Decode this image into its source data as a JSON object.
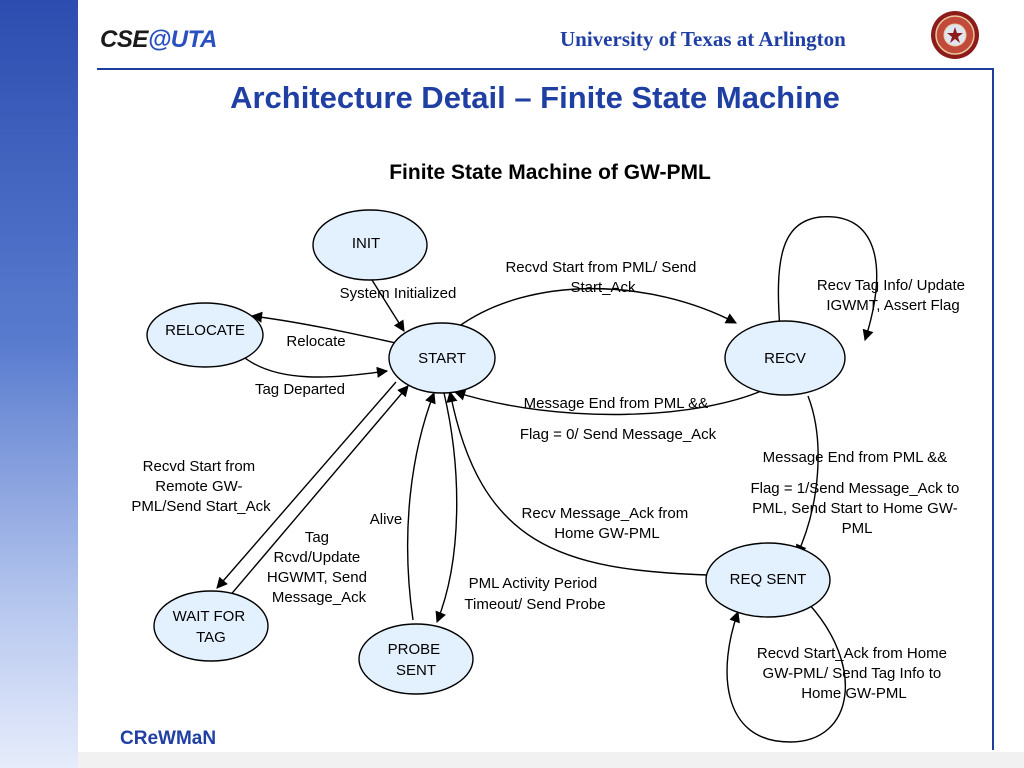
{
  "header": {
    "logo_text": "CSE@UTA",
    "university": "University of Texas at Arlington",
    "seal_icon": "uta-seal-icon"
  },
  "slide": {
    "title": "Architecture Detail – Finite State Machine",
    "footer": "CReWMaN"
  },
  "diagram": {
    "title": "Finite State Machine of GW-PML",
    "states": {
      "init": [
        "INIT"
      ],
      "start": [
        "START"
      ],
      "recv": [
        "RECV"
      ],
      "relocate": [
        "RELOCATE"
      ],
      "wait_for_tag": [
        "WAIT FOR",
        "TAG"
      ],
      "probe_sent": [
        "PROBE",
        "SENT"
      ],
      "req_sent": [
        "REQ SENT"
      ]
    },
    "transitions": {
      "init_start": [
        "System Initialized"
      ],
      "start_recv": [
        "Recvd Start from PML/ Send",
        "Start_Ack"
      ],
      "recv_self": [
        "Recv Tag Info/ Update",
        "IGWMT, Assert Flag"
      ],
      "start_relocate": [
        "Relocate"
      ],
      "relocate_start": [
        "Tag Departed"
      ],
      "recv_start": [
        "Message End from PML &&",
        "Flag = 0/ Send Message_Ack"
      ],
      "recv_reqsent": [
        "Message End from PML &&",
        "Flag = 1/Send Message_Ack to",
        "PML, Send Start to Home GW-",
        "PML"
      ],
      "start_wait": [
        "Recvd Start from",
        "Remote GW-",
        "PML/Send Start_Ack"
      ],
      "wait_start": [
        "Tag",
        "Rcvd/Update",
        "HGWMT, Send",
        "Message_Ack"
      ],
      "probe_start": [
        "Alive"
      ],
      "start_probe": [
        "PML Activity Period",
        "Timeout/ Send Probe"
      ],
      "reqsent_start": [
        "Recv Message_Ack from",
        "Home GW-PML"
      ],
      "reqsent_self": [
        "Recvd Start_Ack from Home",
        "GW-PML/ Send Tag Info to",
        "Home GW-PML"
      ]
    }
  },
  "colors": {
    "title_blue": "#1f3fa3",
    "node_fill": "#e3f0fd",
    "line": "#000000"
  }
}
